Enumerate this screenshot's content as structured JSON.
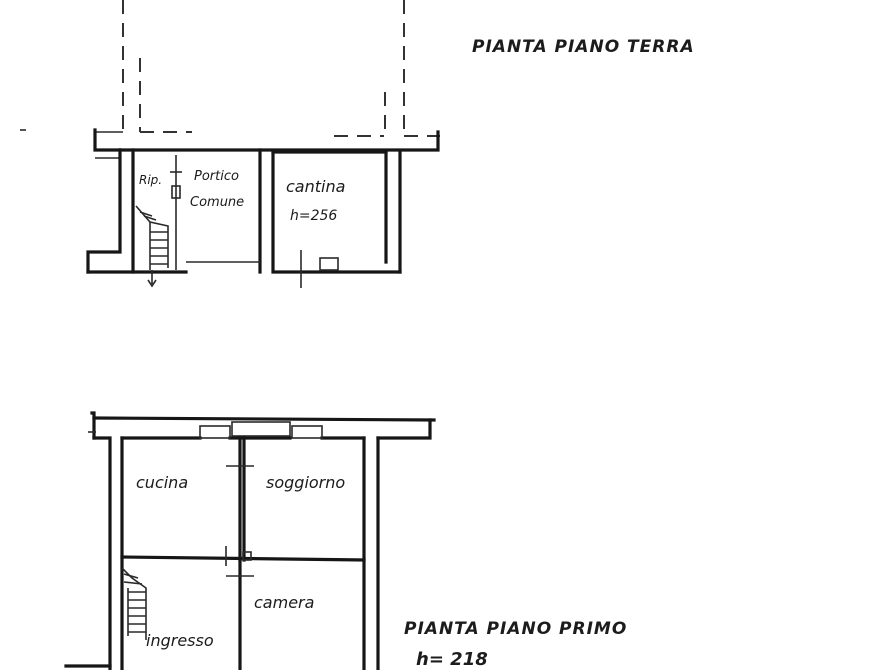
{
  "ground_floor": {
    "title": "PIANTA PIANO TERRA",
    "rooms": {
      "rip": "Rip.",
      "portico": "Portico",
      "portico_sub": "Comune",
      "cantina": "cantina",
      "cantina_height": "h=256"
    }
  },
  "first_floor": {
    "title": "PIANTA PIANO PRIMO",
    "height_label": "h= 218",
    "rooms": {
      "cucina": "cucina",
      "soggiorno": "soggiorno",
      "camera": "camera",
      "ingresso": "ingresso"
    }
  }
}
